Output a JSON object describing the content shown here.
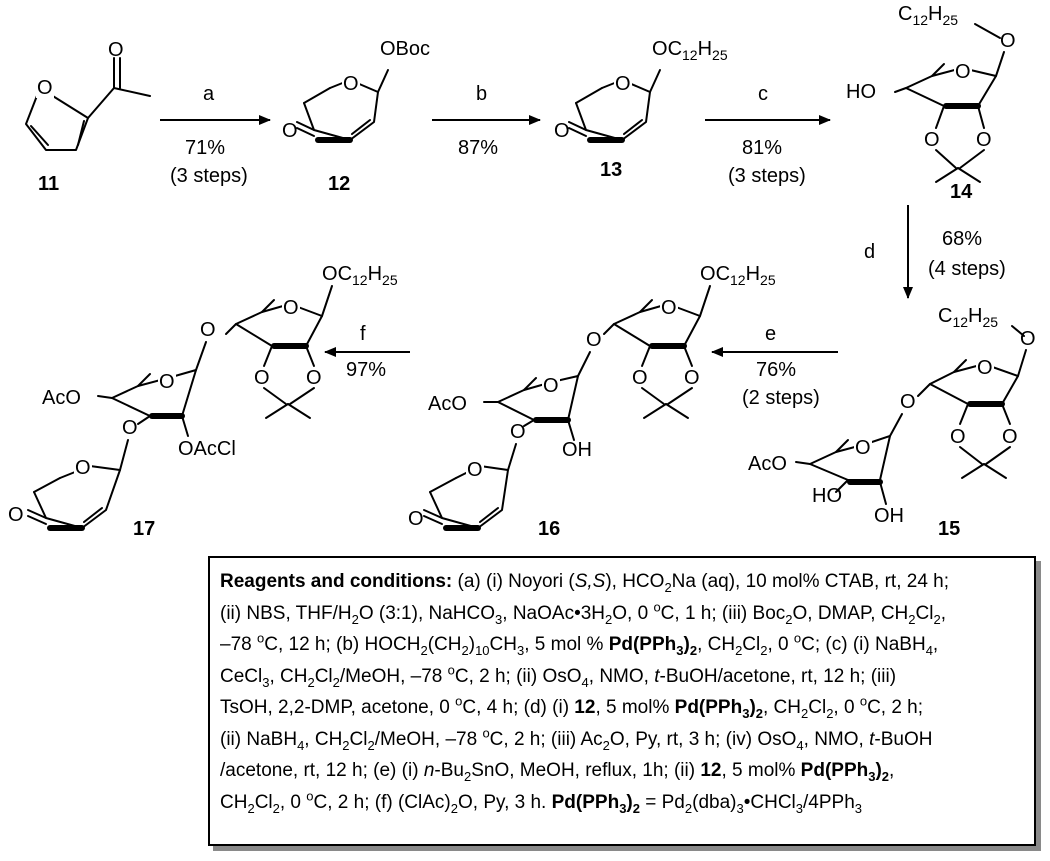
{
  "compounds": {
    "c11": "11",
    "c12": "12",
    "c13": "13",
    "c14": "14",
    "c15": "15",
    "c16": "16",
    "c17": "17"
  },
  "steps": {
    "a": {
      "label": "a",
      "yield": "71%",
      "note": "(3 steps)"
    },
    "b": {
      "label": "b",
      "yield": "87%"
    },
    "c": {
      "label": "c",
      "yield": "81%",
      "note": "(3 steps)"
    },
    "d": {
      "label": "d",
      "yield": "68%",
      "note": "(4 steps)"
    },
    "e": {
      "label": "e",
      "yield": "76%",
      "note": "(2 steps)"
    },
    "f": {
      "label": "f",
      "yield": "97%"
    }
  },
  "atoms": {
    "O": "O",
    "HO": "HO",
    "OH": "OH",
    "AcO": "AcO",
    "OBoc": "OBoc",
    "OAcCl": "OAcCl",
    "C12H25_main": "C",
    "C12H25_sub": "12",
    "C12H25_H": "H",
    "C12H25_sub2": "25"
  },
  "conditions": {
    "lines": [
      "Reagents and conditions: (a) (i) Noyori (S,S), HCO2Na (aq), 10 mol% CTAB, rt, 24 h;",
      "(ii) NBS, THF/H2O (3:1), NaHCO3, NaOAc•3H2O, 0 oC, 1 h; (iii) Boc2O, DMAP, CH2Cl2,",
      "–78 oC, 12 h; (b) HOCH2(CH2)10CH3, 5 mol % Pd(PPh3)2, CH2Cl2, 0 oC; (c) (i) NaBH4,",
      "CeCl3, CH2Cl2/MeOH, –78 oC, 2 h; (ii) OsO4, NMO, t-BuOH/acetone, rt, 12 h; (iii)",
      "TsOH, 2,2-DMP, acetone,  0 oC, 4 h; (d) (i) 12, 5 mol% Pd(PPh3)2, CH2Cl2, 0 oC, 2 h;",
      "(ii) NaBH4, CH2Cl2/MeOH, –78 oC, 2 h; (iii) Ac2O, Py, rt, 3 h; (iv) OsO4, NMO, t-BuOH",
      "/acetone, rt, 12 h; (e) (i) n-Bu2SnO, MeOH, reflux, 1h; (ii) 12, 5 mol% Pd(PPh3)2,",
      "CH2Cl2, 0 oC, 2 h; (f) (ClAc)2O, Py, 3 h. Pd(PPh3)2 = Pd2(dba)3•CHCl3/4PPh3"
    ]
  }
}
